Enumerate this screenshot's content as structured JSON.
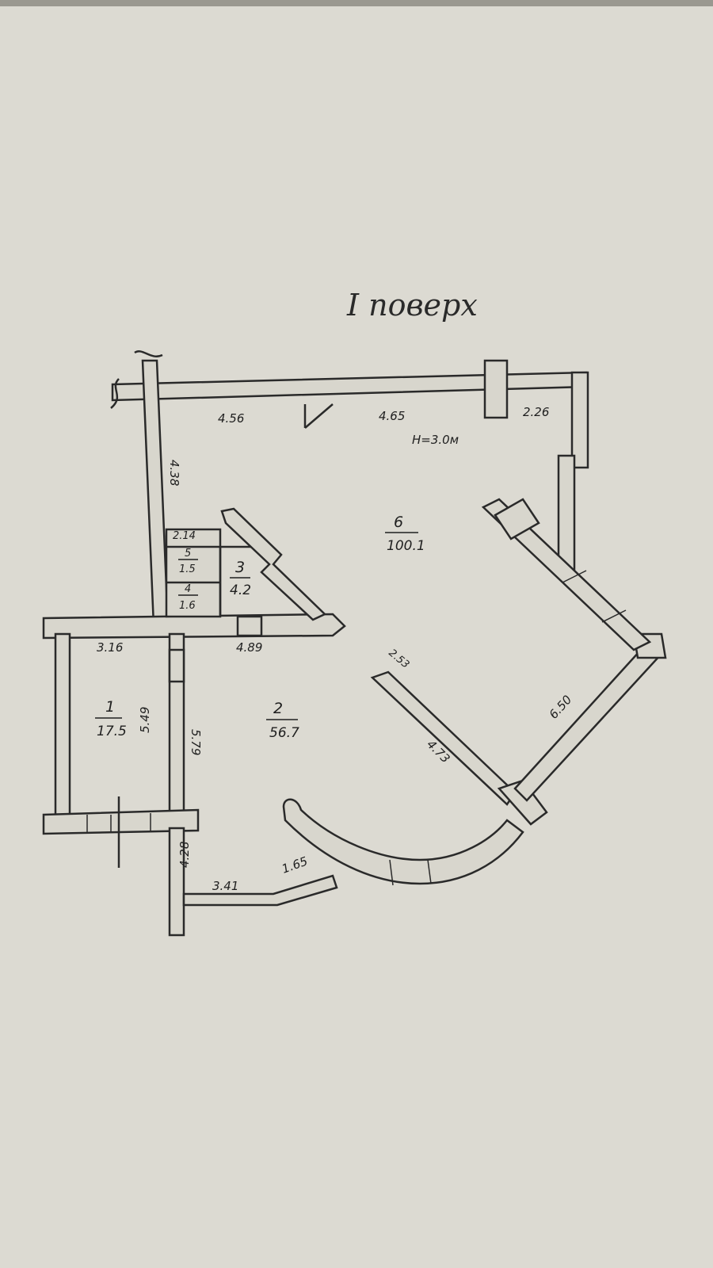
{
  "plan": {
    "title": "I поверх",
    "ceiling_height": "H=3.0м",
    "rooms": [
      {
        "number": "1",
        "area": "17.5"
      },
      {
        "number": "2",
        "area": "56.7"
      },
      {
        "number": "3",
        "area": "4.2"
      },
      {
        "number": "5",
        "area": "1.5"
      },
      {
        "number": "4",
        "area": "1.6"
      },
      {
        "number": "6",
        "area": "100.1"
      }
    ],
    "dimensions": {
      "top_left": "4.56",
      "top_mid": "4.65",
      "top_right": "2.26",
      "left_upper": "4.38",
      "small_room": "2.14",
      "room1_width": "3.16",
      "room2_width": "4.89",
      "room1_height": "5.49",
      "room2_height": "5.79",
      "lower_left": "4.28",
      "bottom_a": "3.41",
      "bottom_b": "1.65",
      "diag_top": "2.53",
      "diag_mid": "4.73",
      "diag_right": "6.50"
    }
  }
}
